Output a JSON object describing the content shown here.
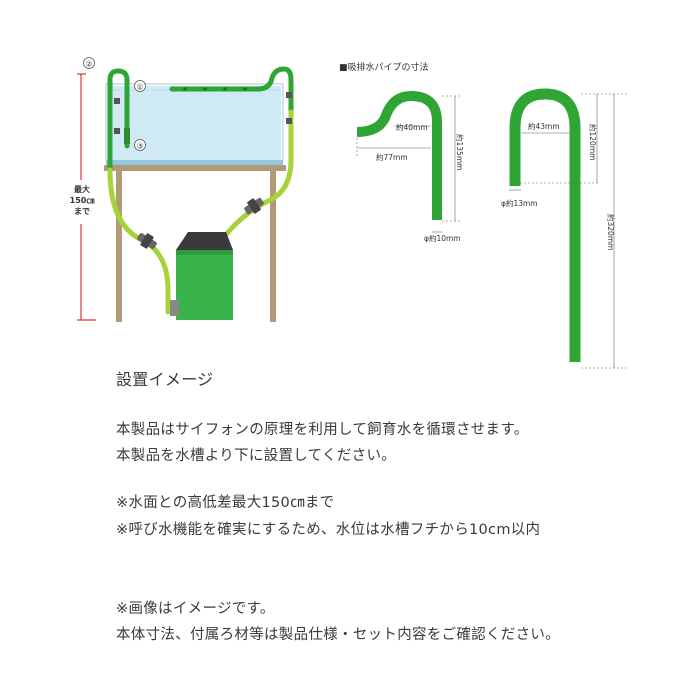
{
  "diagram": {
    "markers": {
      "m1": "①",
      "m2": "②",
      "m3": "③"
    },
    "height_label": {
      "line1": "最大",
      "line2": "150㎝",
      "line3": "まで"
    },
    "pipe_title": "■吸排水パイプの寸法",
    "pipe1": {
      "width_inner": "約40mm",
      "width_outer": "約77mm",
      "height": "約135mm",
      "diameter": "φ約10mm"
    },
    "pipe2": {
      "width_inner": "約43mm",
      "height_top": "約120mm",
      "height_total": "約320mm",
      "diameter": "φ約13mm"
    },
    "colors": {
      "pipe_green": "#2fa536",
      "hose_green": "#a6d23a",
      "water": "#cfe9f5",
      "stand": "#b29a77",
      "pump_green": "#39b44a",
      "pump_top": "#3a3a3a",
      "dim_red": "#e5322d"
    }
  },
  "caption": {
    "heading": "設置イメージ",
    "desc1": "本製品はサイフォンの原理を利用して飼育水を循環させます。",
    "desc2": "本製品を水槽より下に設置してください。",
    "note1": "※水面との高低差最大150㎝まで",
    "note2": "※呼び水機能を確実にするため、水位は水槽フチから10cm以内",
    "note3": "※画像はイメージです。",
    "note4": "本体寸法、付属ろ材等は製品仕様・セット内容をご確認ください。"
  }
}
